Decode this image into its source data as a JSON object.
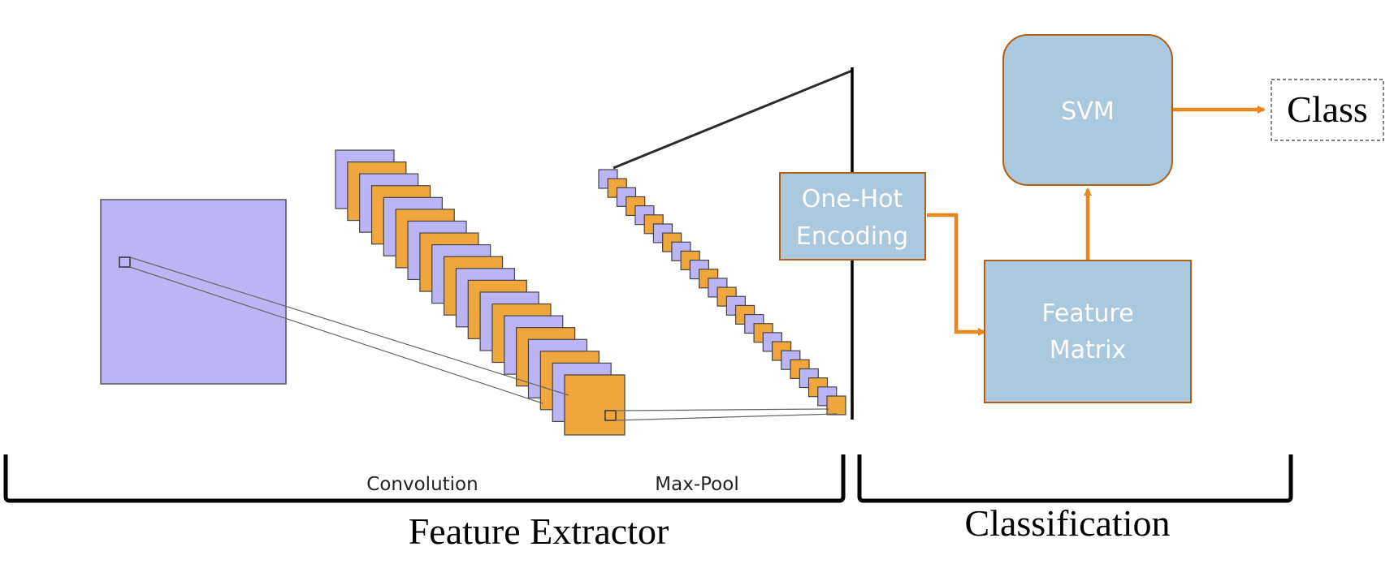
{
  "colors": {
    "purple_fill": "#bbb5f6",
    "orange_fill": "#efa63c",
    "blue_box": "#aac8de",
    "orange_border": "#b15f14",
    "orange_arrow": "#e8861e",
    "line_dark": "#2b2b2b",
    "bracket": "#000000",
    "white_text": "#ffffff"
  },
  "labels": {
    "convolution": "Convolution",
    "max_pool": "Max-Pool",
    "feature_extractor": "Feature Extractor",
    "classification": "Classification",
    "one_hot_line1": "One-Hot",
    "one_hot_line2": "Encoding",
    "svm": "SVM",
    "feature_matrix_line1": "Feature",
    "feature_matrix_line2": "Matrix",
    "class": "Class"
  },
  "layers": {
    "conv_feature_maps": 20,
    "pool_feature_maps": 26
  }
}
